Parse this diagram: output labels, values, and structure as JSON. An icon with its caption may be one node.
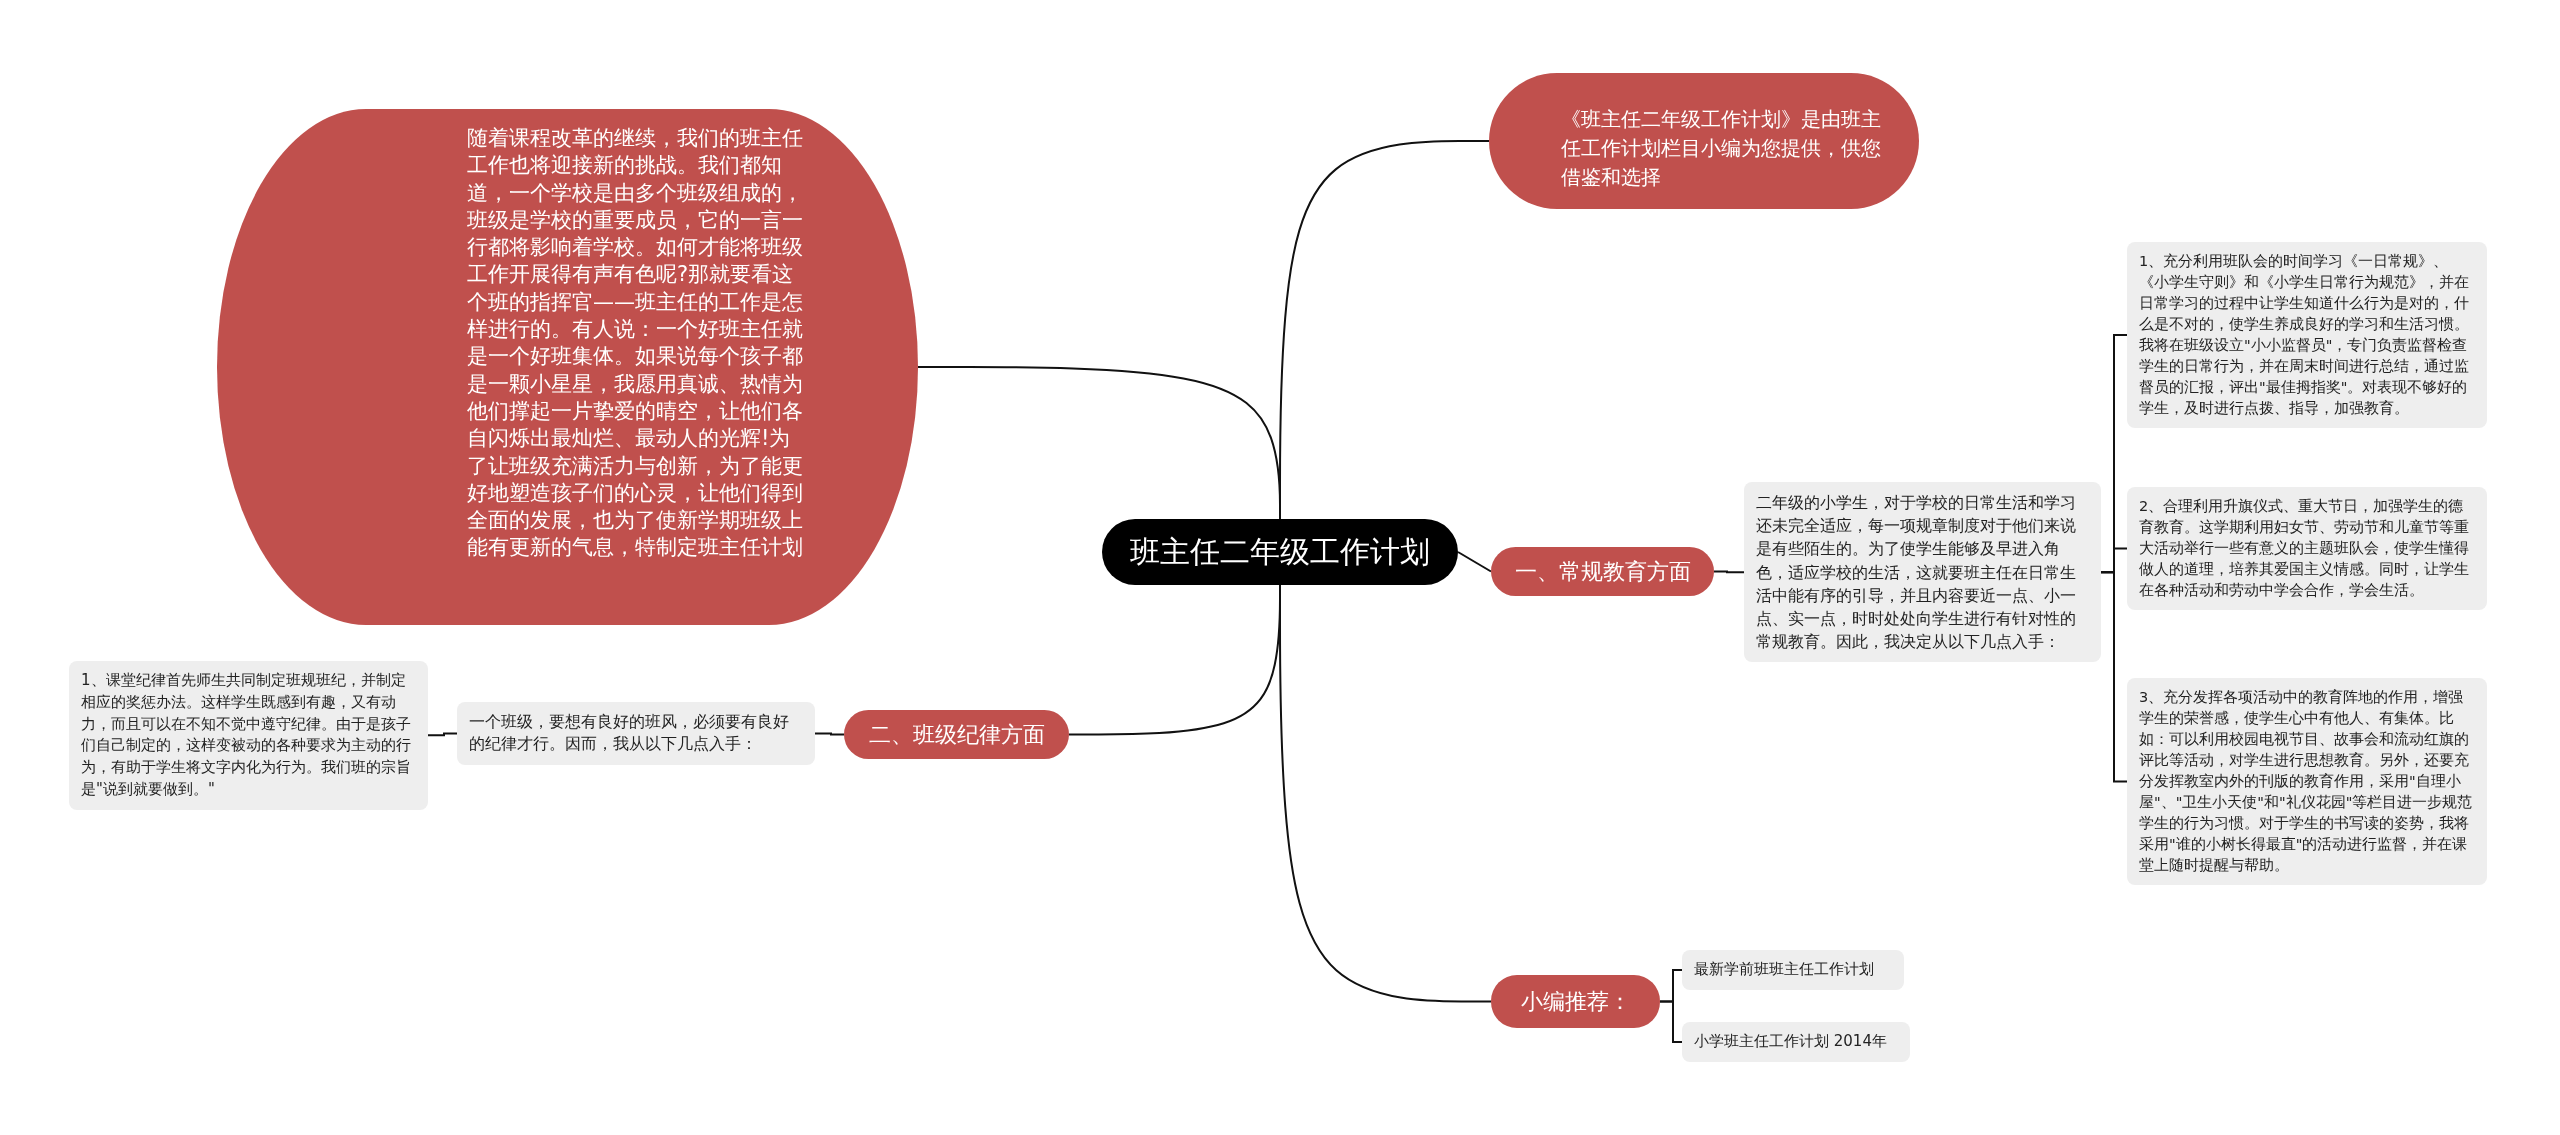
{
  "diagram": {
    "nodes": [
      {
        "text": [
          "班主任二年级工作计划"
        ]
      },
      {
        "text": [
          "随着课程改革的继续，我们的班主任工作也将迎接新的挑战。我们都知道，一个学校是由多个班级组成的，班级是学校的重要成员，它的一言一行都将影响着学校。如何才能将班级工作开展得有声有色呢?那就要看这个班的指挥官——班主任的工作是怎样进行的。有人说：一个好班主任就是一个好班集体。如果说每个孩子都是一颗小星星，我愿用真诚、热情为他们撑起一片挚爱的晴空，让他们各自闪烁出最灿烂、最动人的光辉!为了让班级充满活力与创新，为了能更好地塑造孩子们的心灵，让他们得到全面的发展，也为了使新学期班级上能有更新的气息，特制定班主任计划"
        ]
      },
      {
        "text": [
          "《班主任二年级工作计划》是由班主任工作计划栏目小编为您提供，供您借鉴和选择"
        ]
      },
      {
        "text": [
          "一、常规教育方面"
        ]
      },
      {
        "text": [
          "二年级的小学生，对于学校的日常生活和学习还未完全适应，每一项规章制度对于他们来说是有些陌生的。为了使学生能够及早进入角色，适应学校的生活，这就要班主任在日常生活中能有序的引导，并且内容要近一点、小一点、实一点，时时处处向学生进行有针对性的常规教育。因此，我决定从以下几点入手："
        ]
      },
      {
        "text": [
          "1、充分利用班队会的时间学习《一日常规》、《小学生守则》和《小学生日常行为规范》，并在日常学习的过程中让学生知道什么行为是对的，什么是不对的，使学生养成良好的学习和生活习惯。我将在班级设立\"小小监督员\"，专门负责监督检查学生的日常行为，并在周末时间进行总结，通过监督员的汇报，评出\"最佳拇指奖\"。对表现不够好的学生，及时进行点拨、指导，加强教育。"
        ]
      },
      {
        "text": [
          "2、合理利用升旗仪式、重大节日，加强学生的德育教育。这学期利用妇女节、劳动节和儿童节等重大活动举行一些有意义的主题班队会，使学生懂得做人的道理，培养其爱国主义情感。同时，让学生在各种活动和劳动中学会合作，学会生活。"
        ]
      },
      {
        "text": [
          "3、充分发挥各项活动中的教育阵地的作用，增强学生的荣誉感，使学生心中有他人、有集体。比如：可以利用校园电视节目、故事会和流动红旗的评比等活动，对学生进行思想教育。另外，还要充分发挥教室内外的刊版的教育作用，采用\"自理小屋\"、\"卫生小天使\"和\"礼仪花园\"等栏目进一步规范学生的行为习惯。对于学生的书写读的姿势，我将采用\"谁的小树长得最直\"的活动进行监督，并在课堂上随时提醒与帮助。"
        ]
      },
      {
        "text": [
          "二、班级纪律方面"
        ]
      },
      {
        "text": [
          "一个班级，要想有良好的班风，必须要有良好的纪律才行。因而，我从以下几点入手："
        ]
      },
      {
        "text": [
          "1、课堂纪律首先师生共同制定班规班纪，并制定相应的奖惩办法。这样学生既感到有趣，又有动力，而且可以在不知不觉中遵守纪律。由于是孩子们自己制定的，这样变被动的各种要求为主动的行为，有助于学生将文字内化为行为。我们班的宗旨是\"说到就要做到。\""
        ]
      },
      {
        "text": [
          "小编推荐："
        ]
      },
      {
        "text": [
          "最新学前班班主任工作计划"
        ]
      },
      {
        "text": [
          "小学班主任工作计划 2014年"
        ]
      }
    ],
    "edges": [
      {
        "from": 0,
        "to": 1,
        "arrow": "none"
      },
      {
        "from": 0,
        "to": 2,
        "arrow": "none"
      },
      {
        "from": 0,
        "to": 3,
        "arrow": "none"
      },
      {
        "from": 3,
        "to": 4,
        "arrow": "none"
      },
      {
        "from": 4,
        "to": 5,
        "arrow": "none"
      },
      {
        "from": 4,
        "to": 6,
        "arrow": "none"
      },
      {
        "from": 4,
        "to": 7,
        "arrow": "none"
      },
      {
        "from": 0,
        "to": 8,
        "arrow": "none"
      },
      {
        "from": 8,
        "to": 9,
        "arrow": "none"
      },
      {
        "from": 9,
        "to": 10,
        "arrow": "none"
      },
      {
        "from": 0,
        "to": 11,
        "arrow": "none"
      },
      {
        "from": 11,
        "to": 12,
        "arrow": "none"
      },
      {
        "from": 11,
        "to": 13,
        "arrow": "none"
      }
    ]
  }
}
